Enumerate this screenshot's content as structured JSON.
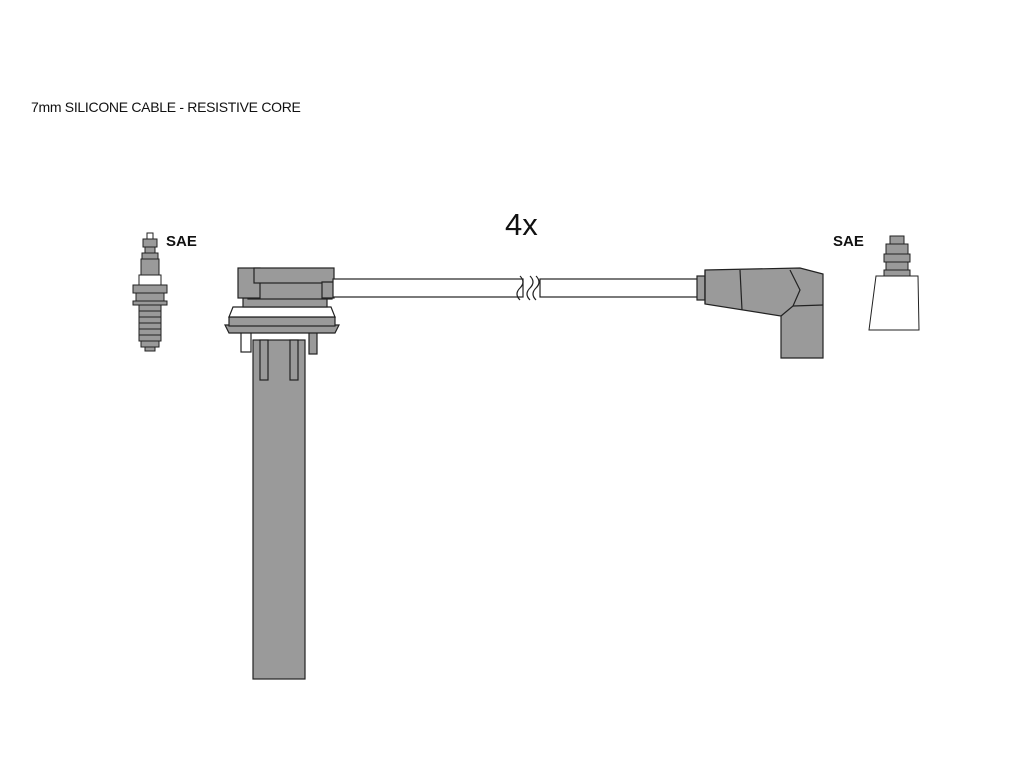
{
  "cable_spec": "7mm SILICONE CABLE - RESISTIVE CORE",
  "quantity": "4x",
  "terminal_left": "SAE",
  "terminal_right": "SAE",
  "colors": {
    "part_fill": "#9a9a9a",
    "outline": "#222222",
    "cable_fill": "#ffffff",
    "background": "#ffffff"
  }
}
